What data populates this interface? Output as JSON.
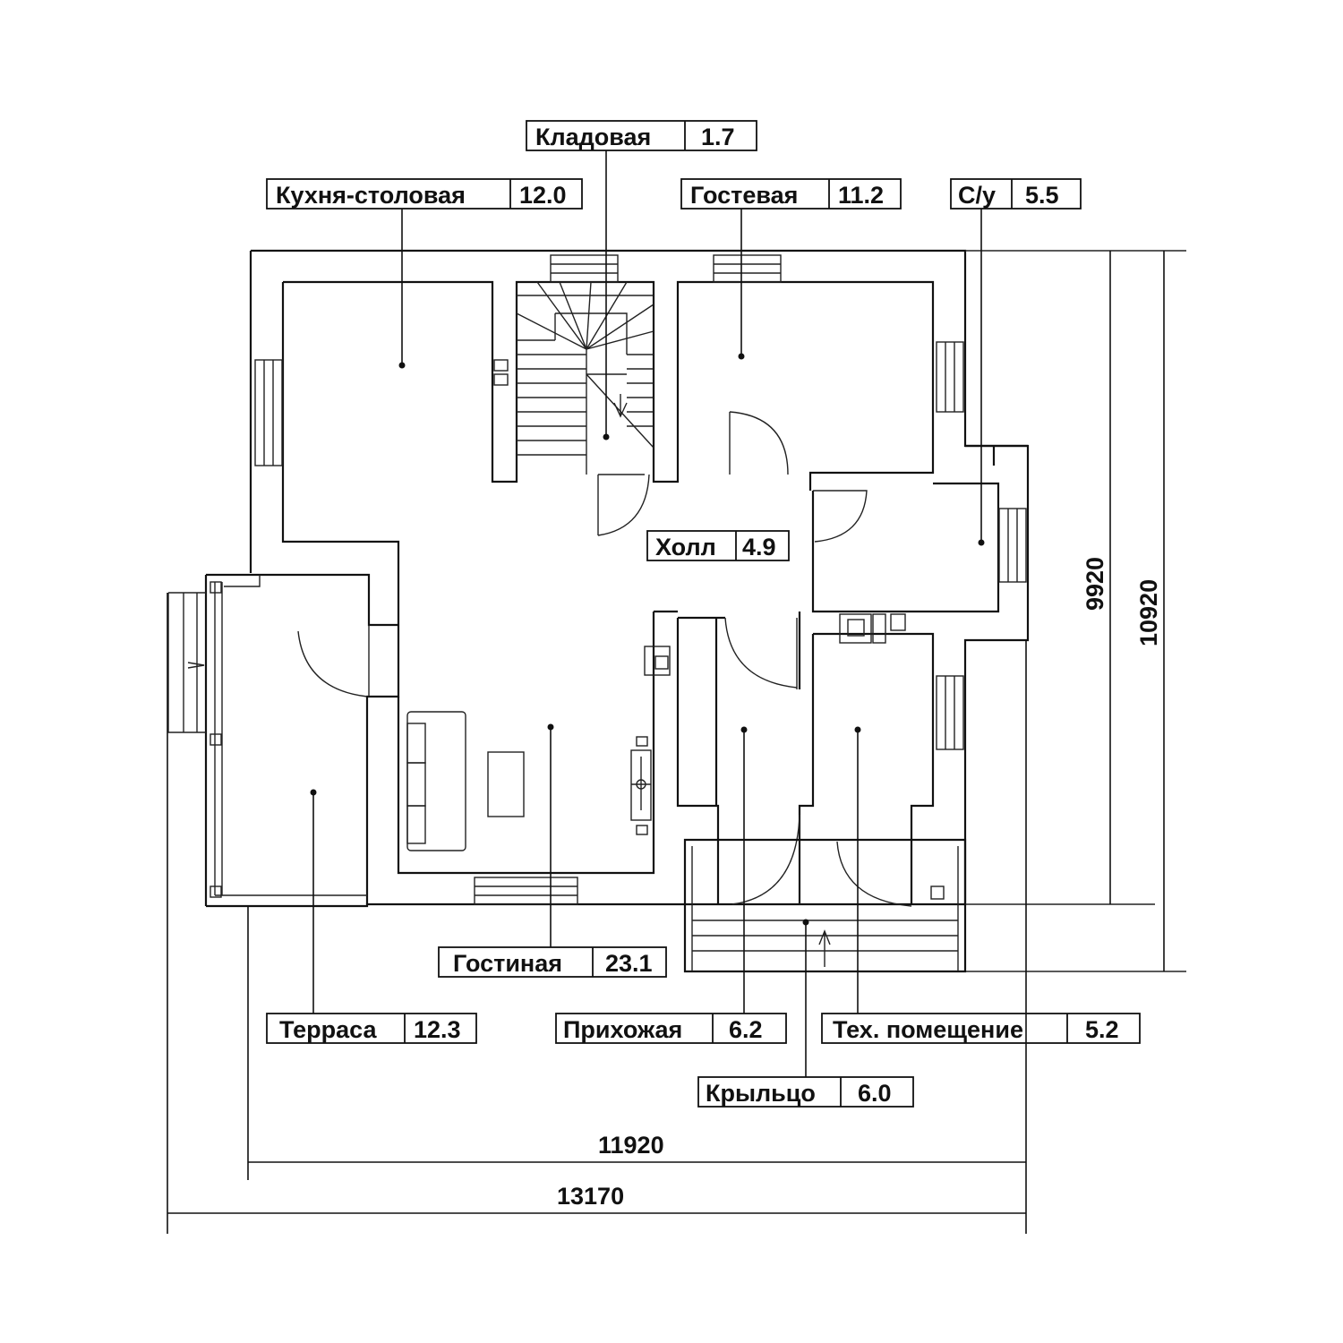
{
  "rooms": [
    {
      "name": "Кладовая",
      "area": "1.7"
    },
    {
      "name": "Кухня-столовая",
      "area": "12.0"
    },
    {
      "name": "Гостевая",
      "area": "11.2"
    },
    {
      "name": "С/у",
      "area": "5.5"
    },
    {
      "name": "Холл",
      "area": "4.9"
    },
    {
      "name": "Гостиная",
      "area": "23.1"
    },
    {
      "name": "Терраса",
      "area": "12.3"
    },
    {
      "name": "Прихожая",
      "area": "6.2"
    },
    {
      "name": "Тех. помещение",
      "area": "5.2"
    },
    {
      "name": "Крыльцо",
      "area": "6.0"
    }
  ],
  "dimensions": {
    "width_inner": "11920",
    "width_total": "13170",
    "height_inner": "9920",
    "height_total": "10920"
  }
}
